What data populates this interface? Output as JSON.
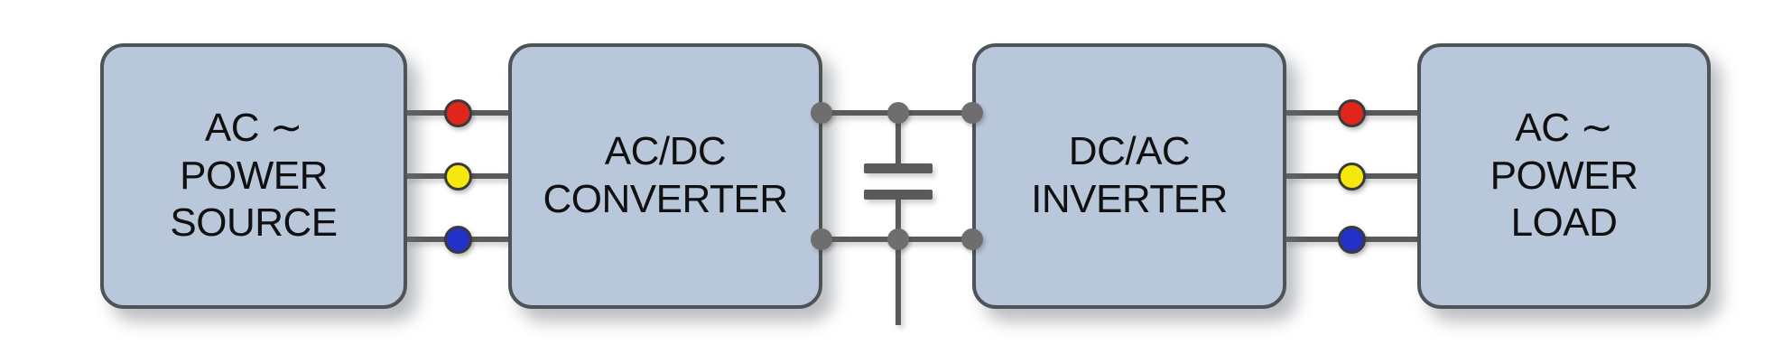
{
  "diagram": {
    "type": "block-diagram",
    "blocks": [
      {
        "name": "ac-power-source",
        "lines": [
          "AC ∼",
          "POWER",
          "SOURCE"
        ]
      },
      {
        "name": "ac-dc-converter",
        "lines": [
          "AC/DC",
          "CONVERTER"
        ]
      },
      {
        "name": "dc-ac-inverter",
        "lines": [
          "DC/AC",
          "INVERTER"
        ]
      },
      {
        "name": "ac-power-load",
        "lines": [
          "AC ∼",
          "POWER",
          "LOAD"
        ]
      }
    ],
    "colors": {
      "background": "#ffffff",
      "block_fill": "#b9c7da",
      "block_border": "#4e5357",
      "wire": "#5a5a5a",
      "junction_dot": "#6e6e6e",
      "phase_red": "#e0251b",
      "phase_yellow": "#f6e70c",
      "phase_blue": "#2231c8",
      "dot_outline": "#3a3a3a"
    }
  }
}
